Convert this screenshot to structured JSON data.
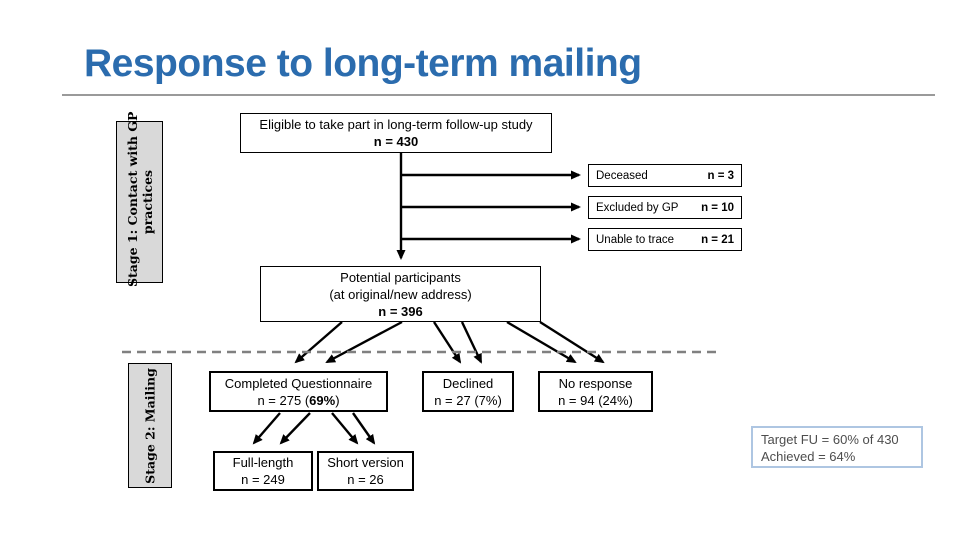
{
  "slide": {
    "title": "Response to long-term mailing"
  },
  "stages": [
    {
      "line1": "Stage 1: Contact with GP",
      "line2": "practices"
    },
    {
      "line1": "Stage 2: Mailing",
      "line2": ""
    }
  ],
  "flow": {
    "eligible": {
      "line1": "Eligible to take part in long-term follow-up study",
      "n": "n = 430"
    },
    "exclusions": [
      {
        "label": "Deceased",
        "n": "n = 3"
      },
      {
        "label": "Excluded by GP",
        "n": "n = 10"
      },
      {
        "label": "Unable to trace",
        "n": "n = 21"
      }
    ],
    "potential": {
      "line1": "Potential participants",
      "line2": "(at original/new address)",
      "n": "n = 396"
    },
    "outcomes": [
      {
        "label": "Completed Questionnaire",
        "n_prefix": "n = 275 (",
        "n_bold": "69%",
        "n_suffix": ")"
      },
      {
        "label": "Declined",
        "n": "n = 27 (7%)"
      },
      {
        "label": "No response",
        "n": "n = 94 (24%)"
      }
    ],
    "versions": [
      {
        "label": "Full-length",
        "n": "n = 249"
      },
      {
        "label": "Short version",
        "n": "n = 26"
      }
    ],
    "target": {
      "line1": "Target FU = 60% of 430",
      "line2": "Achieved = 64%"
    }
  },
  "colors": {
    "title-color": "#2B6CAE",
    "rule-color": "#9A9A9A",
    "line-color": "#000000",
    "stage-fill": "#D9D9D9",
    "divider-color": "#808080",
    "target-border": "#AEC6E2",
    "target-text": "#4D4D4D"
  }
}
